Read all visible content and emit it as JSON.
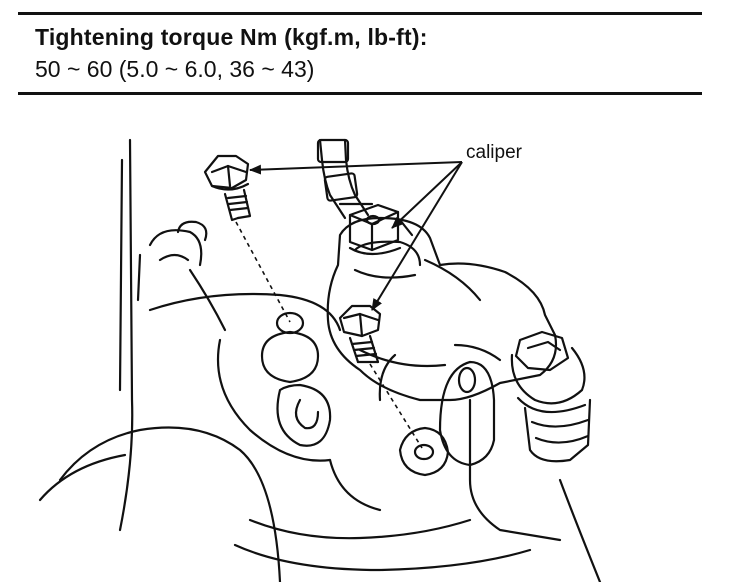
{
  "spec": {
    "title": "Tightening torque Nm (kgf.m, lb-ft):",
    "value": "50 ~ 60 (5.0 ~ 6.0, 36 ~ 43)"
  },
  "diagram": {
    "callout_label": "caliper"
  }
}
